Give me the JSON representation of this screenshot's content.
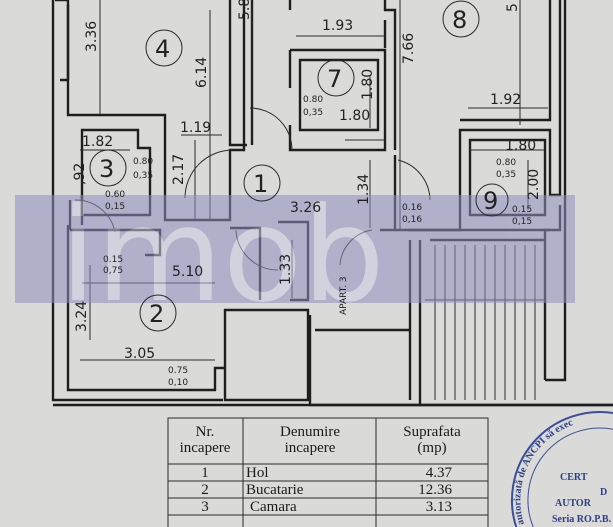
{
  "plan": {
    "rooms": [
      "1",
      "2",
      "3",
      "4",
      "7",
      "8",
      "9"
    ],
    "dimensions": {
      "d336": "3.36",
      "d614": "6.14",
      "d58": "5.8",
      "d193": "1.93",
      "d180a": "1.80",
      "d180b": "1.80",
      "d766": "7.66",
      "d5": "5",
      "d192": "1.92",
      "d182": "1.82",
      "d92": ",92",
      "d217": "2.17",
      "d119": "1.19",
      "d326": "3.26",
      "d134": "1.34",
      "d180c": "1.80",
      "d200": "2.00",
      "d510": "5.10",
      "d133": "1.33",
      "d324": "3.24",
      "d305": "3.05"
    },
    "openings": {
      "o3a": "0.80",
      "o3b": "0,35",
      "o3c": "0.60",
      "o3d": "0,15",
      "o7a": "0.80",
      "o7b": "0,35",
      "o1a": "0.16",
      "o1b": "0,16",
      "o9a": "0.80",
      "o9b": "0,35",
      "o9c": "0.15",
      "o9d": "0,15",
      "o2a": "0.15",
      "o2b": "0,75",
      "o2c": "0.75",
      "o2d": "0,10"
    },
    "apartment_label": "APART. 3"
  },
  "watermark": {
    "text": "imob",
    "color": "#8f8fc0"
  },
  "table": {
    "headers": [
      [
        "Nr.",
        "incapere"
      ],
      [
        "Denumire",
        "incapere"
      ],
      [
        "Suprafata",
        "(mp)"
      ]
    ],
    "rows": [
      {
        "nr": "1",
        "name": "Hol",
        "area": "4.37"
      },
      {
        "nr": "2",
        "name": "Bucatarie",
        "area": "12.36"
      },
      {
        "nr": "3",
        "name": "Camara",
        "area": "3.13"
      }
    ]
  },
  "stamp": {
    "arc": "autorizată de ANCPI să exec",
    "line1": "CERT",
    "line2": "D",
    "line3": "AUTOR",
    "line4": "Seria RO.P.B."
  }
}
